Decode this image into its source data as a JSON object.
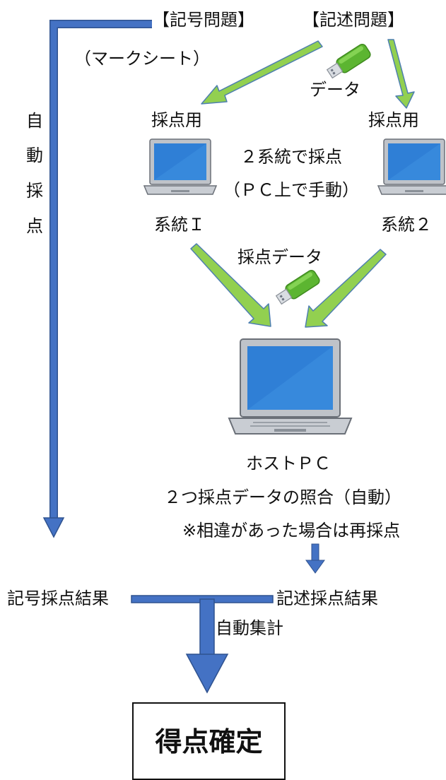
{
  "labels": {
    "kigou_mondai": "【記号問題】",
    "kijutsu_mondai": "【記述問題】",
    "mark_sheet": "（マークシート）",
    "data": "データ",
    "saiten_you_1": "採点用",
    "saiten_you_2": "採点用",
    "niketou_line1": "２系統で採点",
    "niketou_line2": "（ＰＣ上で手動）",
    "keitou_1": "系統Ｉ",
    "keitou_2": "系統２",
    "saiten_data": "採点データ",
    "host_pc": "ホストＰＣ",
    "shougou": "２つ採点データの照合（自動）",
    "soui": "※相違があった場合は再採点",
    "kigou_kekka": "記号採点結果",
    "kijutsu_kekka": "記述採点結果",
    "jidou_shuukei": "自動集計",
    "tokuten_kakutei": "得点確定"
  },
  "vertical_label": [
    "自",
    "動",
    "採",
    "点"
  ],
  "colors": {
    "blue_arrow": "#4472c4",
    "blue_arrow_edge": "#2f528f",
    "green_arrow": "#92d050",
    "green_arrow_edge": "#4e7fb0",
    "usb_green": "#5cb531",
    "laptop_frame": "#bfc3c9",
    "laptop_screen": "#2f7fd6"
  },
  "icons": {
    "usb": "usb-drive-icon",
    "laptop": "laptop-icon"
  }
}
